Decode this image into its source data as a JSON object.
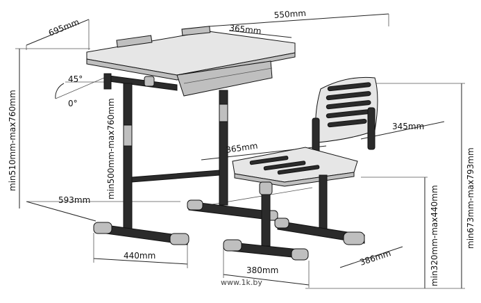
{
  "dimensions": {
    "desk_width": "695mm",
    "desk_depth": "550mm",
    "tabletop_depth": "365mm",
    "tilt_angle": "45°",
    "flat_angle": "0°",
    "desk_height_range": "min510mm-max760mm",
    "leg_height_range": "min500mm-max760mm",
    "base_length": "593mm",
    "base_width": "440mm",
    "seat_depth": "365mm",
    "backrest_width": "345mm",
    "chair_height_range": "min673mm-max793mm",
    "seat_height_range": "min320mm-max440mm",
    "chair_base_width": "380mm",
    "chair_base_depth": "386mm"
  },
  "watermark": "www.1k.by",
  "colors": {
    "frame": "#2b2b2b",
    "plastic": "#bfbfbf",
    "outline": "#111111"
  }
}
